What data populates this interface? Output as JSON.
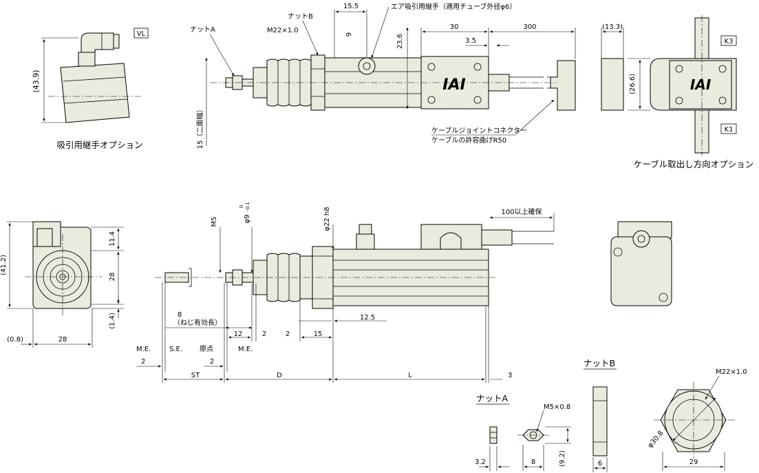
{
  "top": {
    "suction_caption": "吸引用継手オプション",
    "cable_caption": "ケーブル取出し方向オプション",
    "vl": "VL",
    "k3": "K3",
    "k1": "K1",
    "nut_a": "ナットA",
    "nut_b": "ナットB",
    "thread": "M22×1.0",
    "air_fitting": "エア吸引用継手（適用チューブ外径φ6）",
    "d155": "15.5",
    "d9": "9",
    "d236": "23.6",
    "d30": "30",
    "d35": "3.5",
    "d300": "300",
    "d439": "(43.9)",
    "d15": "15（二面幅）",
    "d133": "(13.3)",
    "d266": "(26.6)",
    "connector1": "ケーブルジョイントコネクター",
    "connector2": "ケーブルの許容曲げR50",
    "logo": "IAI"
  },
  "front": {
    "d412": "(41.2)",
    "d114": "11.4",
    "d28v": "28",
    "d14": "(1.4)",
    "d08": "(0.8)",
    "d28h": "28"
  },
  "side": {
    "m5": "M5",
    "phi9": "φ9",
    "phi9_tol_top": "0",
    "phi9_tol_bot": "-0.1",
    "phi22": "φ22 h8",
    "cable_len": "100以上確保",
    "d8": "8",
    "d8_note": "（ねじ有効長）",
    "d12": "12",
    "d2a": "2",
    "d2b": "2",
    "d15": "15",
    "d125": "12.5",
    "me1": "M.E.",
    "se": "S.E.",
    "origin": "原点",
    "me2": "M.E.",
    "d2c": "2",
    "d2d": "2",
    "st": "ST",
    "d": "D",
    "l": "L",
    "d3": "3"
  },
  "nuts": {
    "nut_a": "ナットA",
    "nut_b": "ナットB",
    "m5x08": "M5×0.8",
    "m22x10": "M22×1.0",
    "d32": "3.2",
    "d8": "8",
    "d92": "(9.2)",
    "d6": "6",
    "phi308": "φ30.8",
    "d29": "29"
  }
}
